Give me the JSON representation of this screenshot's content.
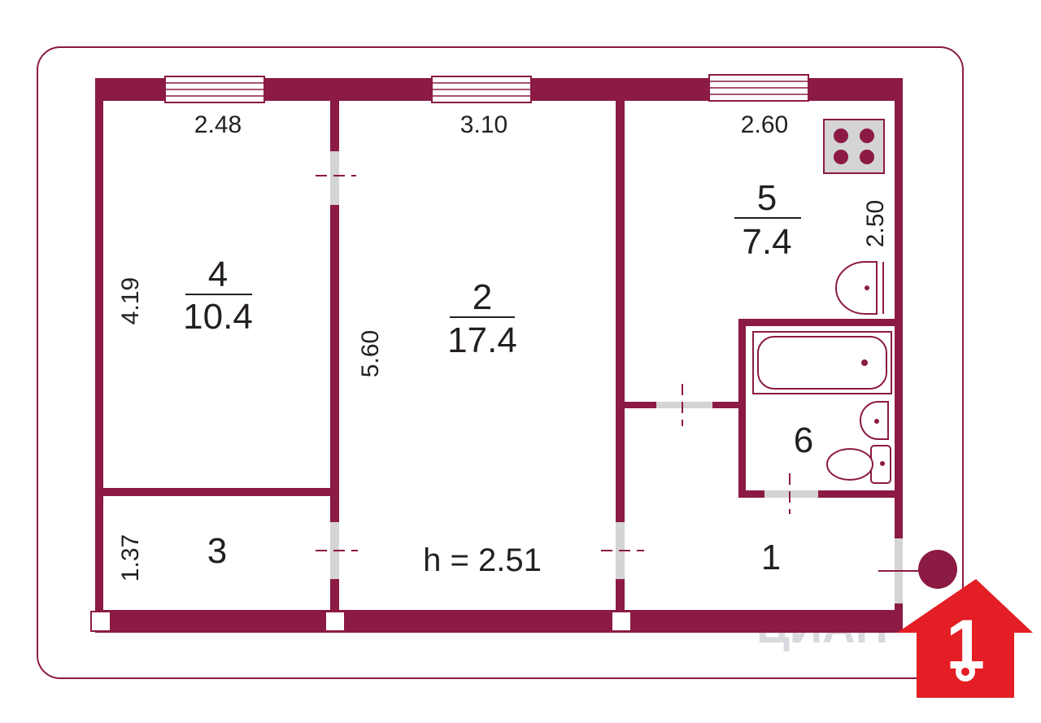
{
  "colors": {
    "wall": "#8b1a44",
    "door_gap": "#d4d4d4",
    "logo_red": "#e31e24",
    "room_text": "#231f20"
  },
  "dimensions": {
    "room4_width": "2.48",
    "room2_width": "3.10",
    "room5_width": "2.60",
    "room4_length": "4.19",
    "room2_length": "5.60",
    "room5_length": "2.50",
    "room3_length": "1.37"
  },
  "rooms": {
    "r4": {
      "number": "4",
      "area": "10.4"
    },
    "r2": {
      "number": "2",
      "area": "17.4"
    },
    "r5": {
      "number": "5",
      "area": "7.4"
    },
    "r6": {
      "number": "6"
    },
    "r3": {
      "number": "3"
    },
    "r1": {
      "number": "1"
    }
  },
  "ceiling_height": "h = 2.51",
  "watermark": "ЦИАН",
  "logo": {
    "icon": "house-key-icon",
    "digit": "1"
  }
}
